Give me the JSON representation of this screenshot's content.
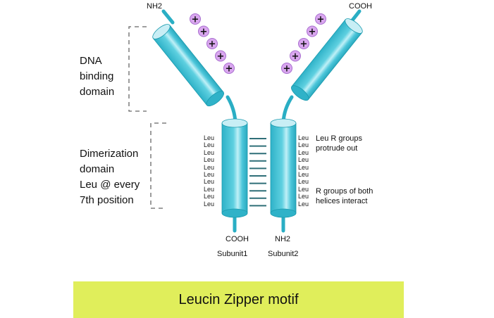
{
  "title": "Leucin Zipper motif",
  "colors": {
    "helix": "#3fc0d4",
    "helix_light": "#bfeef5",
    "helix_dark": "#1a9aae",
    "tail": "#2aaec4",
    "charge_fill": "#d9a6ef",
    "charge_stroke": "#a86fcf",
    "bond": "#2f6f78",
    "banner": "#e0ee5b",
    "bracket": "#666666"
  },
  "top_left": {
    "terminus": "NH2",
    "charge_symbol": "+",
    "charge_count": 5
  },
  "top_right": {
    "terminus": "COOH",
    "charge_symbol": "+",
    "charge_count": 5
  },
  "domains": {
    "dna_binding": [
      "DNA",
      "binding",
      "domain"
    ],
    "dimerization": [
      "Dimerization",
      "domain",
      "Leu @ every",
      "7th position"
    ]
  },
  "subunit1": {
    "name": "Subunit1",
    "bottom_terminus": "COOH",
    "residues": [
      "Leu",
      "Leu",
      "Leu",
      "Leu",
      "Leu",
      "Leu",
      "Leu",
      "Leu",
      "Leu",
      "Leu"
    ]
  },
  "subunit2": {
    "name": "Subunit2",
    "bottom_terminus": "NH2",
    "residues": [
      "Leu",
      "Leu",
      "Leu",
      "Leu",
      "Leu",
      "Leu",
      "Leu",
      "Leu",
      "Leu",
      "Leu"
    ]
  },
  "bond_count": 10,
  "notes": {
    "protrude": [
      "Leu R groups",
      "protrude out"
    ],
    "interact": [
      "R groups of both",
      "helices interact"
    ]
  }
}
